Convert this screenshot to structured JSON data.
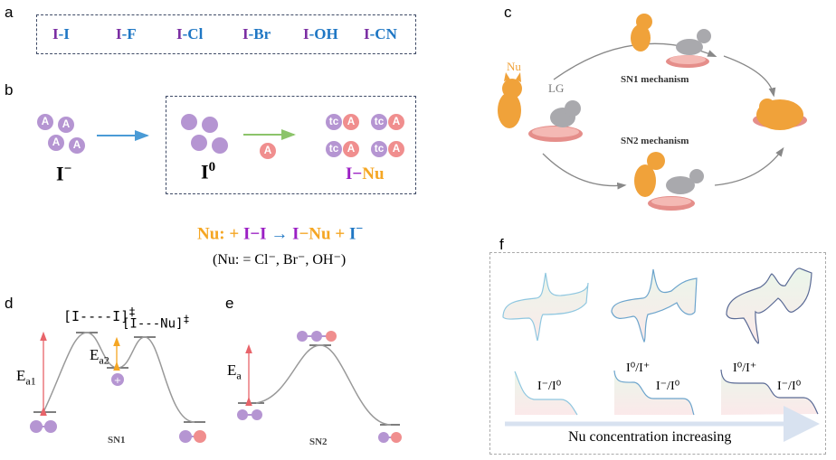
{
  "panels": {
    "a": "a",
    "b": "b",
    "c": "c",
    "d": "d",
    "e": "e",
    "f": "f"
  },
  "colors": {
    "purple": "#7b2fa3",
    "blue": "#1f77c4",
    "orange": "#f5a623",
    "particle_purple": "#b595d2",
    "particle_pink": "#f08e8e",
    "arrow_red": "#e8646a"
  },
  "panel_a": {
    "bonds": [
      {
        "left": "I",
        "right": "I"
      },
      {
        "left": "I",
        "right": "F"
      },
      {
        "left": "I",
        "right": "Cl"
      },
      {
        "left": "I",
        "right": "Br"
      },
      {
        "left": "I",
        "right": "OH"
      },
      {
        "left": "I",
        "right": "CN"
      }
    ],
    "dash": "-"
  },
  "panel_b": {
    "iodide_label": "I",
    "iodide_charge": "−",
    "iodine_label": "I",
    "iodine_sup": "0",
    "product_label_i": "I",
    "product_label_dash": "−",
    "product_label_nu": "Nu",
    "particle_letter": "A",
    "pair_letter": "tc",
    "equation": {
      "nu": "Nu:",
      "plus1": " + ",
      "ii": "I−I",
      "arrow": " → ",
      "i": "I",
      "dash_nu": "−Nu",
      "plus2": " + ",
      "iminus": "I",
      "iminus_sup": "−"
    },
    "note": "(Nu: = Cl⁻, Br⁻,  OH⁻)"
  },
  "panel_c": {
    "nu": "Nu",
    "lg": "LG",
    "sn1": "SN1 mechanism",
    "sn2": "SN2 mechanism"
  },
  "panel_d": {
    "ts1": "[I----I]",
    "ts2": "[I---Nu]",
    "dagger": "‡",
    "ea1_main": "E",
    "ea1_sub": "a1",
    "ea2_main": "E",
    "ea2_sub": "a2",
    "plus": "+",
    "caption": "SN1"
  },
  "panel_e": {
    "ea_main": "E",
    "ea_sub": "a",
    "caption": "SN2"
  },
  "panel_f": {
    "labels": [
      {
        "text": "I⁻/I⁰"
      },
      {
        "top": "I⁰/I⁺",
        "bottom": "I⁻/I⁰"
      },
      {
        "top": "I⁰/I⁺",
        "bottom": "I⁻/I⁰"
      }
    ],
    "caption": "Nu concentration increasing"
  }
}
